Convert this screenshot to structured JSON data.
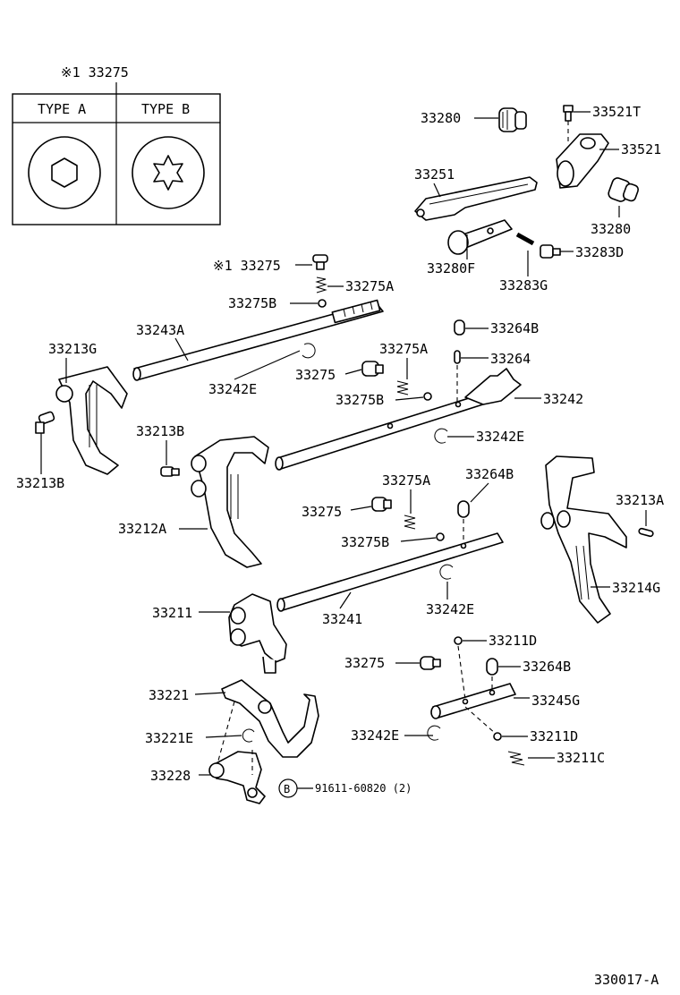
{
  "legend": {
    "title": "※1 33275",
    "type_a": "TYPE  A",
    "type_b": "TYPE  B"
  },
  "labels": {
    "p33280_top": "33280",
    "p33521T": "33521T",
    "p33521": "33521",
    "p33251": "33251",
    "p33280_right": "33280",
    "p33280F": "33280F",
    "p33283D": "33283D",
    "p33283G": "33283G",
    "p33275_ref": "※1 33275",
    "p33275A_top": "33275A",
    "p33275B_top": "33275B",
    "p33243A": "33243A",
    "p33213G": "33213G",
    "p33242E_a": "33242E",
    "p33264B_a": "33264B",
    "p33264": "33264",
    "p33275A_mid": "33275A",
    "p33275_mid": "33275",
    "p33275B_mid": "33275B",
    "p33242": "33242",
    "p33242E_b": "33242E",
    "p33213B": "33213B",
    "p33213B_bot": "33213B",
    "p33275A_low": "33275A",
    "p33264B_b": "33264B",
    "p33275_low": "33275",
    "p33213A": "33213A",
    "p33212A": "33212A",
    "p33275B_low": "33275B",
    "p33214G": "33214G",
    "p33211": "33211",
    "p33241": "33241",
    "p33242E_c": "33242E",
    "p33211D_a": "33211D",
    "p33275_bot": "33275",
    "p33264B_c": "33264B",
    "p33221": "33221",
    "p33245G": "33245G",
    "p33221E": "33221E",
    "p33242E_d": "33242E",
    "p33211D_b": "33211D",
    "p33211C": "33211C",
    "p33228": "33228",
    "circle_b": "B",
    "bolt_ref": "91611-60820 (2)"
  },
  "footer": {
    "code": "330017-A"
  }
}
